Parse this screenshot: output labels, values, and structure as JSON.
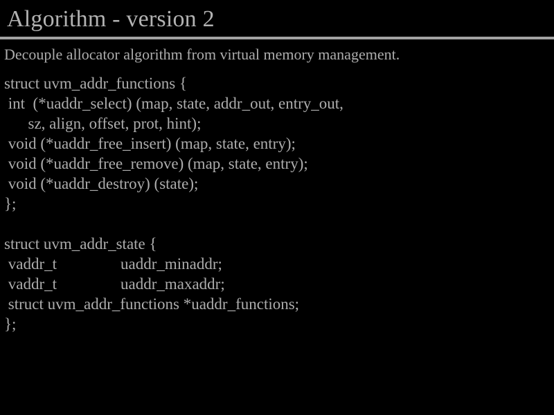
{
  "slide": {
    "title": "Algorithm - version 2",
    "intro": "Decouple allocator algorithm from virtual memory management.",
    "background_color": "#000000",
    "text_color": "#adadad",
    "title_color": "#b2b2b2",
    "rule_color": "#a2a2a2",
    "code_blocks": [
      {
        "name": "uvm_addr_functions",
        "lines": [
          "struct uvm_addr_functions {",
          " int  (*uaddr_select) (map, state, addr_out, entry_out,",
          "      sz, align, offset, prot, hint);",
          " void (*uaddr_free_insert) (map, state, entry);",
          " void (*uaddr_free_remove) (map, state, entry);",
          " void (*uaddr_destroy) (state);",
          "};"
        ]
      },
      {
        "name": "uvm_addr_state",
        "lines": [
          "struct uvm_addr_state {",
          " vaddr_t                uaddr_minaddr;",
          " vaddr_t                uaddr_maxaddr;",
          " struct uvm_addr_functions *uaddr_functions;",
          "};"
        ]
      }
    ]
  }
}
